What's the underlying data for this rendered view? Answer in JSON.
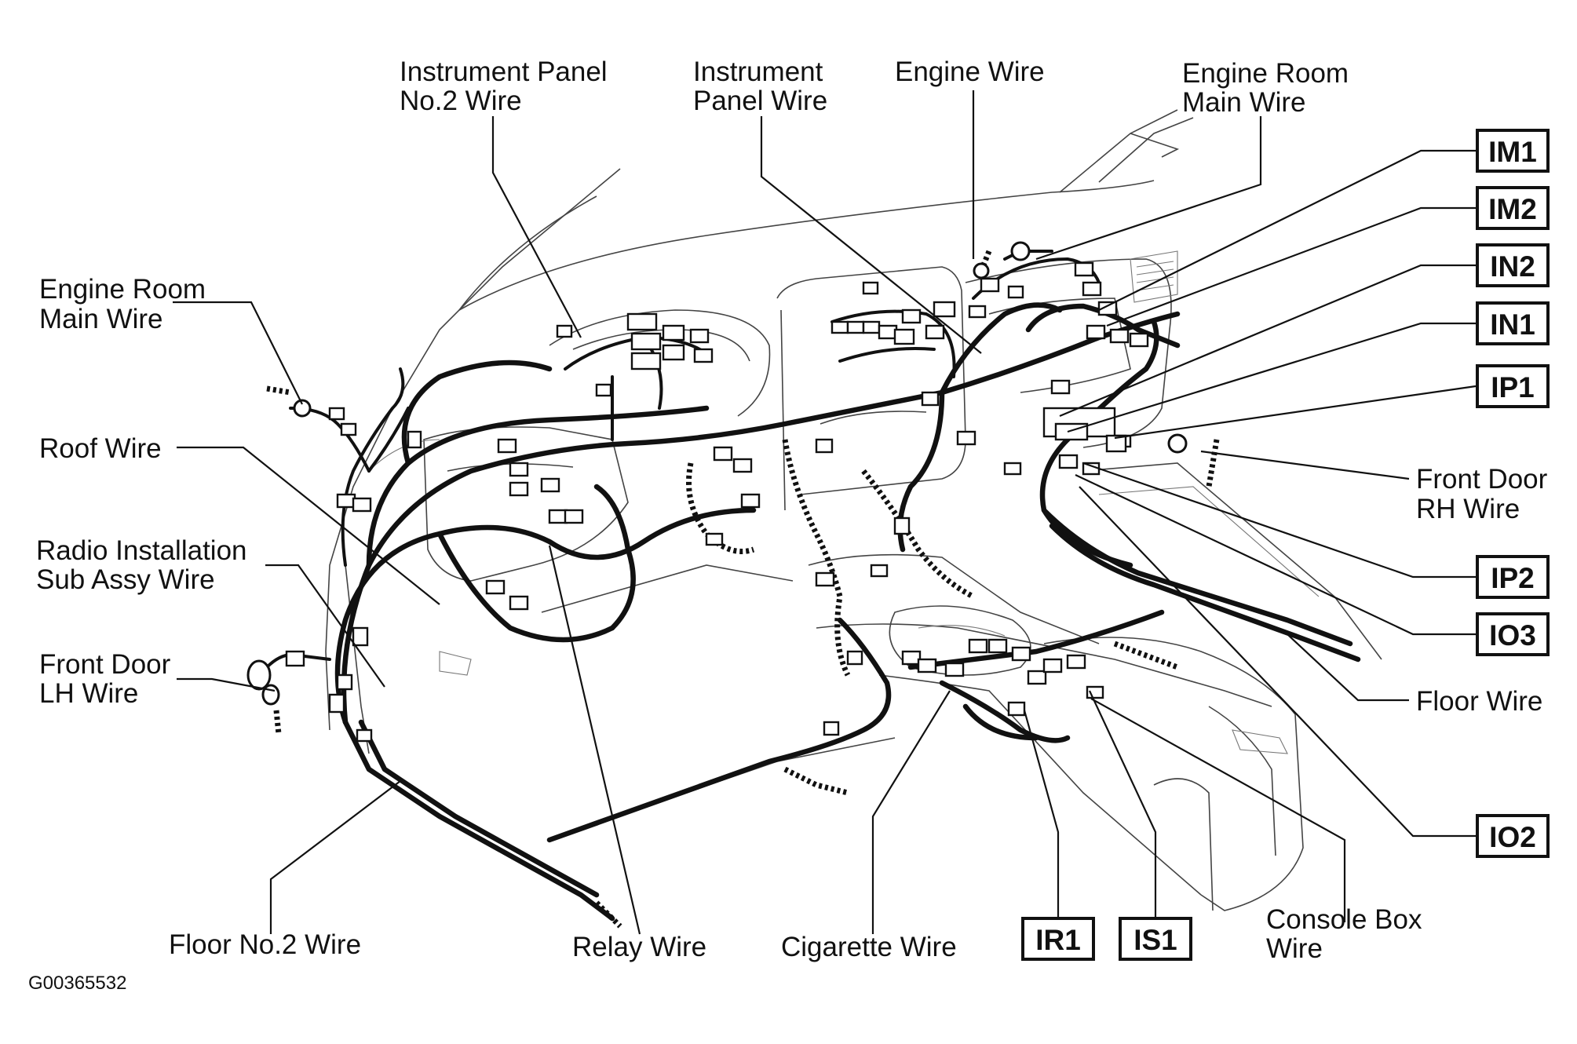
{
  "labels": {
    "instrument_panel_no2_wire": [
      "Instrument Panel",
      "No.2 Wire"
    ],
    "instrument_panel_wire": [
      "Instrument",
      "Panel Wire"
    ],
    "engine_wire": [
      "Engine Wire"
    ],
    "engine_room_main_wire_top": [
      "Engine Room",
      "Main Wire"
    ],
    "engine_room_main_wire_left": [
      "Engine Room",
      "Main Wire"
    ],
    "roof_wire": [
      "Roof Wire"
    ],
    "radio_installation_sub_assy_wire": [
      "Radio Installation",
      "Sub Assy Wire"
    ],
    "front_door_lh_wire": [
      "Front Door",
      "LH Wire"
    ],
    "front_door_rh_wire": [
      "Front Door",
      "RH Wire"
    ],
    "floor_wire": [
      "Floor Wire"
    ],
    "console_box_wire": [
      "Console Box",
      "Wire"
    ],
    "floor_no2_wire": [
      "Floor No.2 Wire"
    ],
    "relay_wire": [
      "Relay Wire"
    ],
    "cigarette_wire": [
      "Cigarette Wire"
    ]
  },
  "connector_codes": {
    "im1": "IM1",
    "im2": "IM2",
    "in2": "IN2",
    "in1": "IN1",
    "ip1": "IP1",
    "ip2": "IP2",
    "io3": "IO3",
    "io2": "IO2",
    "ir1": "IR1",
    "is1": "IS1"
  },
  "figure_id": "G00365532",
  "colors": {
    "ink": "#111111",
    "background": "#ffffff"
  }
}
